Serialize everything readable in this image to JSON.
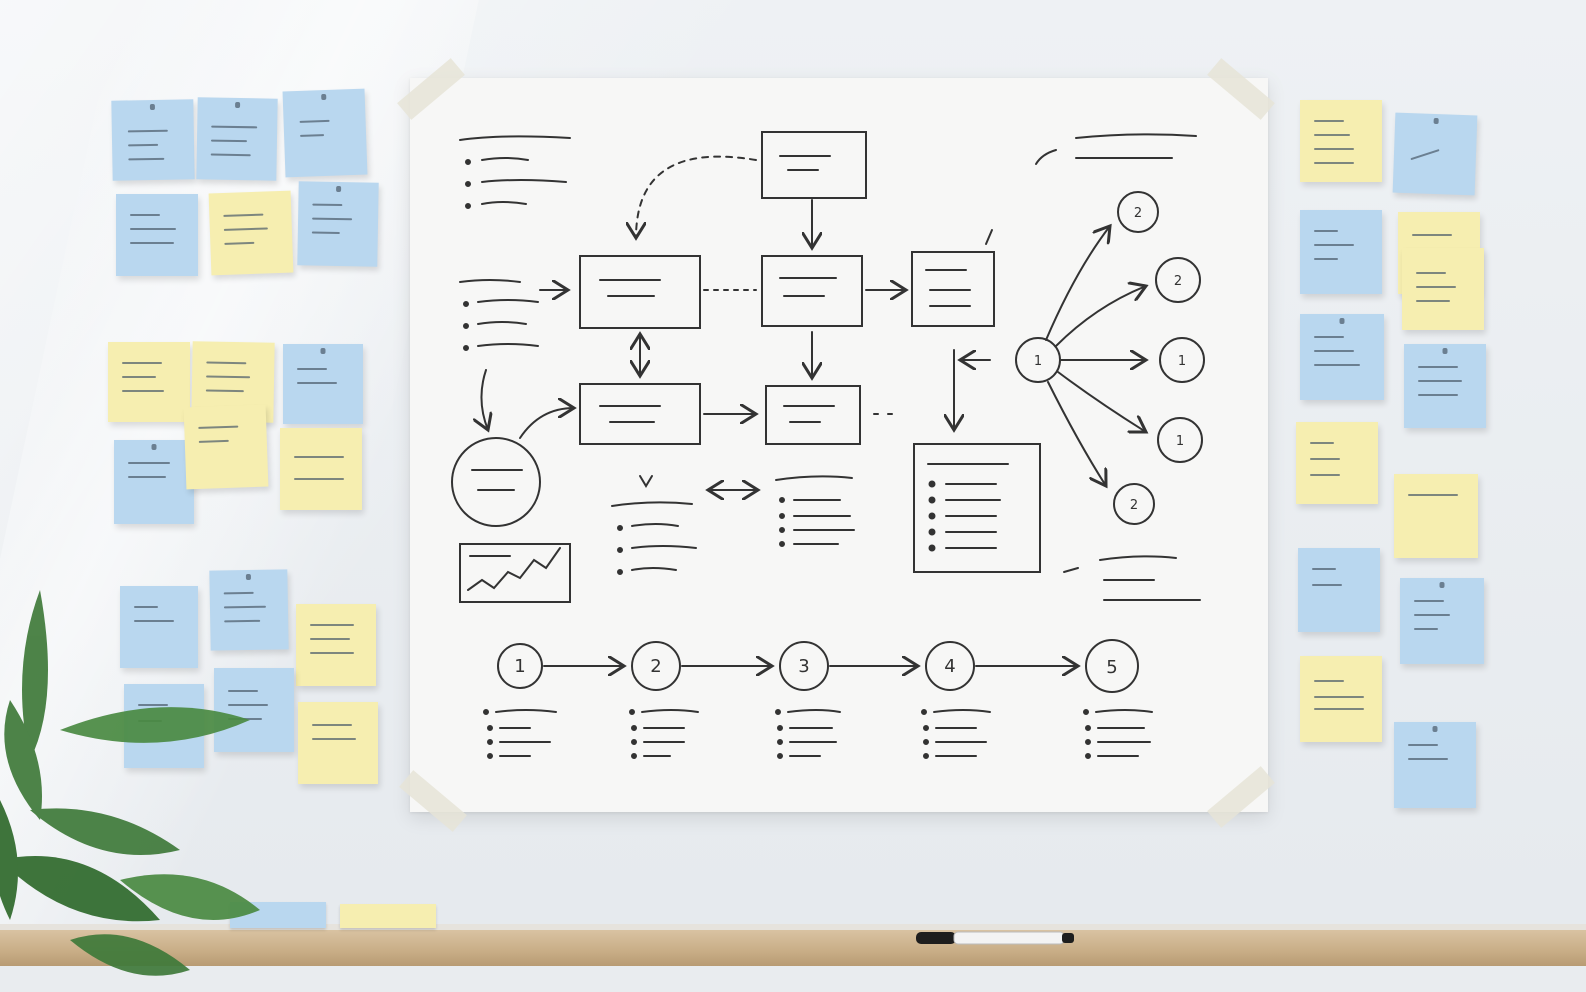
{
  "scene": {
    "subject": "whiteboard",
    "palette": {
      "wall": "#eef1f4",
      "paper": "#f7f7f6",
      "note_blue": "#b9d7ef",
      "note_yellow": "#f6eeb0",
      "ink": "#333333",
      "shelf": "#c8ad86",
      "plant": "#3f7a3a"
    }
  },
  "timeline": {
    "steps": [
      "1",
      "2",
      "3",
      "4",
      "5"
    ]
  },
  "radial": {
    "hub": "1",
    "nodes": [
      "2",
      "2",
      "1",
      "1",
      "2"
    ]
  }
}
